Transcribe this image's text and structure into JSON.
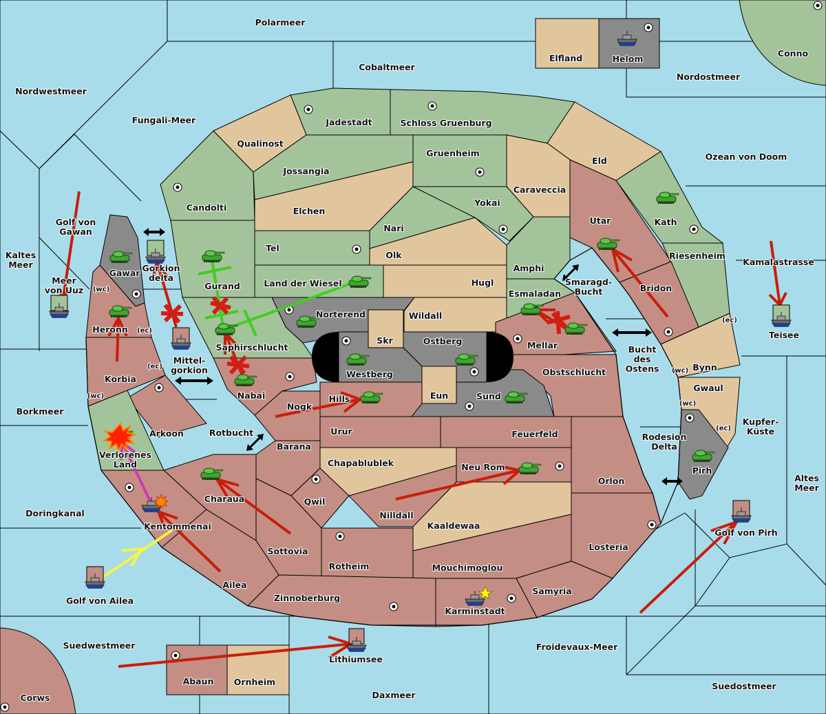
{
  "map": {
    "colors": {
      "sea": "#a8dcea",
      "neutral_green": "#a3c49a",
      "neutral_tan": "#e1c59c",
      "power_red": "#c48e85",
      "power_grey": "#8a8a8a",
      "order_move": "#c81e0a",
      "order_support": "#44cc22",
      "order_convoy": "#f5f542",
      "order_retreat": "#c83cb4",
      "unit_army": "#3fa52f",
      "unit_fleet": "#808080"
    },
    "seas": {
      "polarmeer": "Polarmeer",
      "cobaltmeer": "Cobaltmeer",
      "nordwestmeer": "Nordwestmeer",
      "fungali": "Fungali-Meer",
      "nordostmeer": "Nordostmeer",
      "ozean_von_doom": "Ozean von Doom",
      "golf_von_gawan": "Golf von Gawan",
      "kaltes_meer": "Kaltes Meer",
      "meer_von_uuz": "Meer von Uuz",
      "gorkion_delta": "Gorkion delta",
      "mittelgorkion": "Mittel-gorkion",
      "borkmeer": "Borkmeer",
      "rotbucht": "Rotbucht",
      "doringkanal": "Doringkanal",
      "golf_von_ailea": "Golf von Ailea",
      "suedwestmeer": "Suedwestmeer",
      "lithiumsee": "Lithiumsee",
      "daxmeer": "Daxmeer",
      "froidevaux": "Froidevaux-Meer",
      "suedostmeer": "Suedostmeer",
      "golf_von_pirh": "Golf von Pirh",
      "altes_meer": "Altes Meer",
      "kupferkueste": "Kupfer-Küste",
      "teisee": "Teisee",
      "kamalastrasse": "Kamalastrasse",
      "bucht_des_ostens": "Bucht des Ostens",
      "smaragd_bucht": "Smaragd-Bucht",
      "rodesion_delta": "Rodesion Delta"
    },
    "lands": {
      "elfland": "Elfland",
      "helom": "Helom",
      "conno": "Conno",
      "jadestadt": "Jadestadt",
      "schloss_gruenburg": "Schloss Gruenburg",
      "qualinost": "Qualinost",
      "jossangia": "Jossangia",
      "gruenheim": "Gruenheim",
      "eld": "Eld",
      "caraveccia": "Caraveccia",
      "candolti": "Candolti",
      "elchen": "Elchen",
      "yokai": "Yokai",
      "nari": "Nari",
      "utar": "Utar",
      "kath": "Kath",
      "tel": "Tel",
      "olk": "Olk",
      "amphi": "Amphi",
      "riesenheim": "Riesenheim",
      "gurand": "Gurand",
      "land_der_wiesel": "Land der Wiesel",
      "hugl": "Hugl",
      "bridon": "Bridon",
      "gawar": "Gawar",
      "esmaladan": "Esmaladan",
      "norterend": "Norterend",
      "wildall": "Wildall",
      "heronn": "Heronn",
      "skr": "Skr",
      "ostberg": "Ostberg",
      "mellar": "Mellar",
      "saphirschlucht": "Saphirschlucht",
      "westberg": "Westberg",
      "obstschlucht": "Obstschlucht",
      "bynn": "Bynn",
      "gwaul": "Gwaul",
      "korbia": "Korbia",
      "nabai": "Nabai",
      "eun": "Eun",
      "sund": "Sund",
      "hills": "Hills",
      "nogk": "Nogk",
      "arkoon": "Arkoon",
      "urur": "Urur",
      "feuerfeld": "Feuerfeld",
      "verlorenes_land": "Verlorenes Land",
      "barana": "Barana",
      "chapablublek": "Chapablublek",
      "neu_rom": "Neu Rom",
      "pirh": "Pirh",
      "orlon": "Orlon",
      "charaua": "Charaua",
      "qwil": "Qwil",
      "nilldall": "Nilldall",
      "kentommenai": "Kentommenai",
      "kaaldewaa": "Kaaldewaa",
      "sottovia": "Sottovia",
      "losteria": "Losteria",
      "rotheim": "Rotheim",
      "mouchimoglou": "Mouchimoglou",
      "ailea": "Ailea",
      "samyria": "Samyria",
      "zinnoberburg": "Zinnoberburg",
      "karminstadt": "Karminstadt",
      "abaun": "Abaun",
      "ornheim": "Ornheim",
      "corws": "Corws"
    },
    "coast_tags": {
      "wc": "(wc)",
      "ec": "(ec)"
    },
    "units": [
      {
        "type": "fleet",
        "location": "Helom"
      },
      {
        "type": "army",
        "location": "Kath"
      },
      {
        "type": "army",
        "location": "Utar"
      },
      {
        "type": "army",
        "location": "Gawar"
      },
      {
        "type": "fleet",
        "location": "Gorkion delta"
      },
      {
        "type": "fleet",
        "location": "Meer von Uuz"
      },
      {
        "type": "army",
        "location": "Heronn"
      },
      {
        "type": "fleet",
        "location": "Mittelgorkion"
      },
      {
        "type": "army",
        "location": "Gurand"
      },
      {
        "type": "army",
        "location": "Land der Wiesel"
      },
      {
        "type": "army",
        "location": "Norterend"
      },
      {
        "type": "army",
        "location": "Saphirschlucht"
      },
      {
        "type": "army",
        "location": "Nabai"
      },
      {
        "type": "army",
        "location": "Westberg"
      },
      {
        "type": "army",
        "location": "Ostberg"
      },
      {
        "type": "army",
        "location": "Hills"
      },
      {
        "type": "army",
        "location": "Sund"
      },
      {
        "type": "army",
        "location": "Esmaladan"
      },
      {
        "type": "army",
        "location": "Mellar"
      },
      {
        "type": "fleet",
        "location": "Teisee"
      },
      {
        "type": "army",
        "location": "Pirh"
      },
      {
        "type": "army",
        "location": "Neu Rom"
      },
      {
        "type": "army",
        "location": "Charaua"
      },
      {
        "type": "fleet",
        "location": "Kentommenai"
      },
      {
        "type": "fleet",
        "location": "Golf von Ailea"
      },
      {
        "type": "army",
        "location": "Verlorenes Land",
        "status": "destroyed"
      },
      {
        "type": "fleet",
        "location": "Karminstadt",
        "status": "new"
      },
      {
        "type": "fleet",
        "location": "Lithiumsee"
      },
      {
        "type": "fleet",
        "location": "Golf von Pirh"
      }
    ],
    "orders": [
      {
        "kind": "move",
        "from": "Golf von Gawan",
        "to": "Meer von Uuz"
      },
      {
        "kind": "move",
        "from": "Korbia",
        "to": "Heronn"
      },
      {
        "kind": "move",
        "from": "Mittelgorkion",
        "to": "Gorkion delta",
        "result": "failed"
      },
      {
        "kind": "support",
        "from": "Gurand",
        "to": "Saphirschlucht"
      },
      {
        "kind": "support",
        "from": "Land der Wiesel",
        "to": "Saphirschlucht"
      },
      {
        "kind": "move",
        "from": "Saphirschlucht",
        "to": "Gurand",
        "result": "failed"
      },
      {
        "kind": "move",
        "from": "Nabai",
        "to": "Saphirschlucht",
        "result": "failed"
      },
      {
        "kind": "move",
        "from": "Nogk",
        "to": "Hills"
      },
      {
        "kind": "move",
        "from": "Bridon",
        "to": "Utar"
      },
      {
        "kind": "move",
        "from": "Kamalastrasse",
        "to": "Teisee"
      },
      {
        "kind": "move",
        "from": "Mellar",
        "to": "Esmaladan",
        "result": "failed"
      },
      {
        "kind": "move",
        "from": "Nilldall",
        "to": "Neu Rom"
      },
      {
        "kind": "move",
        "from": "Sottovia",
        "to": "Charaua"
      },
      {
        "kind": "move",
        "from": "Ailea",
        "to": "Kentommenai"
      },
      {
        "kind": "convoy",
        "from": "Golf von Ailea",
        "to": "Kentommenai"
      },
      {
        "kind": "retreat",
        "from": "Kentommenai",
        "to": "Verlorenes Land"
      },
      {
        "kind": "move",
        "from": "Suedwestmeer",
        "to": "Lithiumsee"
      },
      {
        "kind": "move",
        "from": "Froidevaux-Meer",
        "to": "Golf von Pirh"
      }
    ]
  }
}
